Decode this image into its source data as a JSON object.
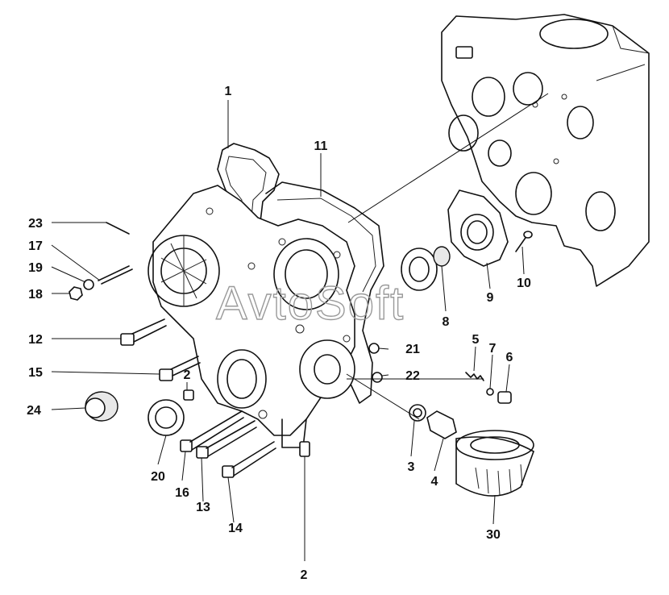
{
  "watermark": "AvtoSoft",
  "callouts": [
    {
      "id": "c1",
      "text": "1"
    },
    {
      "id": "c11",
      "text": "11"
    },
    {
      "id": "c23",
      "text": "23"
    },
    {
      "id": "c17",
      "text": "17"
    },
    {
      "id": "c19",
      "text": "19"
    },
    {
      "id": "c18",
      "text": "18"
    },
    {
      "id": "c12",
      "text": "12"
    },
    {
      "id": "c15",
      "text": "15"
    },
    {
      "id": "c2a",
      "text": "2"
    },
    {
      "id": "c24",
      "text": "24"
    },
    {
      "id": "c20",
      "text": "20"
    },
    {
      "id": "c16",
      "text": "16"
    },
    {
      "id": "c13",
      "text": "13"
    },
    {
      "id": "c14",
      "text": "14"
    },
    {
      "id": "c2b",
      "text": "2"
    },
    {
      "id": "c21",
      "text": "21"
    },
    {
      "id": "c22",
      "text": "22"
    },
    {
      "id": "c8",
      "text": "8"
    },
    {
      "id": "c9",
      "text": "9"
    },
    {
      "id": "c10",
      "text": "10"
    },
    {
      "id": "c5",
      "text": "5"
    },
    {
      "id": "c7",
      "text": "7"
    },
    {
      "id": "c6",
      "text": "6"
    },
    {
      "id": "c3",
      "text": "3"
    },
    {
      "id": "c4",
      "text": "4"
    },
    {
      "id": "c30",
      "text": "30"
    }
  ]
}
